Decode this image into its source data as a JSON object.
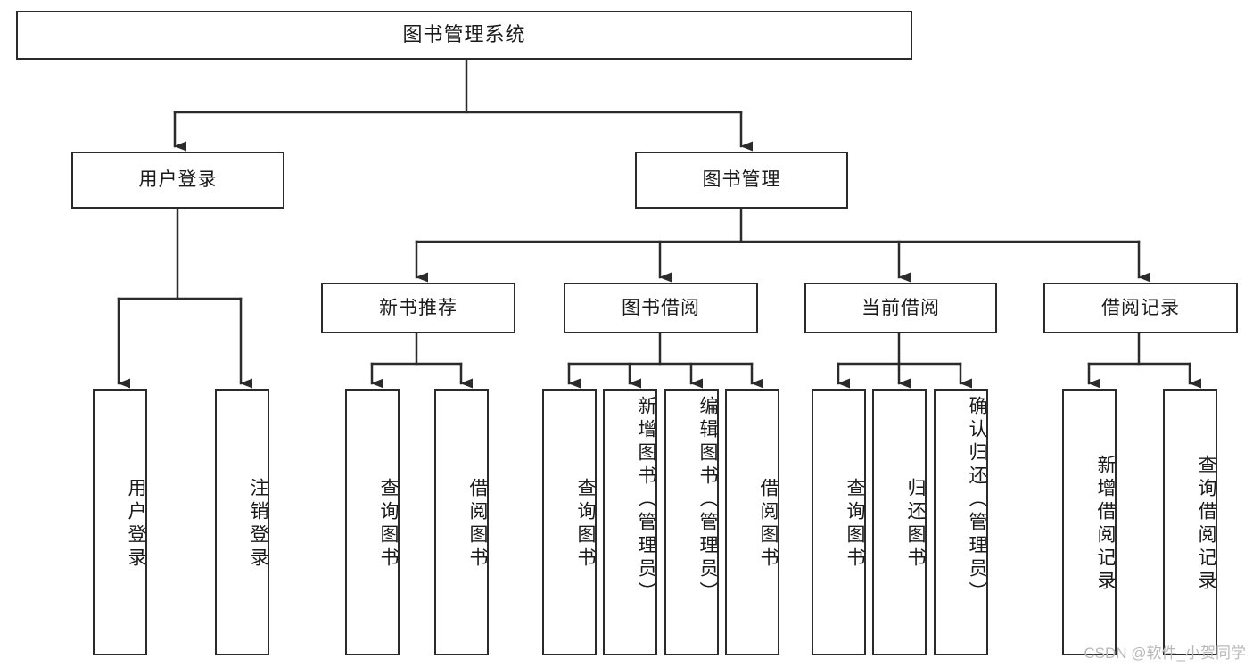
{
  "diagram": {
    "title": "图书管理系统",
    "type": "tree",
    "style": {
      "box_border_color": "#2b2b2b",
      "box_fill_color": "#ffffff",
      "edge_color": "#2b2b2b",
      "text_color": "#1a1a1a",
      "background": "#ffffff"
    },
    "root": {
      "label": "图书管理系统"
    },
    "level1": [
      {
        "label": "用户登录"
      },
      {
        "label": "图书管理"
      }
    ],
    "level2": [
      {
        "label": "新书推荐"
      },
      {
        "label": "图书借阅"
      },
      {
        "label": "当前借阅"
      },
      {
        "label": "借阅记录"
      }
    ],
    "leaves": {
      "user_login": [
        {
          "label": "用户登录"
        },
        {
          "label": "注销登录"
        }
      ],
      "new_book_recommend": [
        {
          "label": "查询图书"
        },
        {
          "label": "借阅图书"
        }
      ],
      "book_borrow": [
        {
          "label": "查询图书"
        },
        {
          "label": "新增图书（管理员）"
        },
        {
          "label": "编辑图书（管理员）"
        },
        {
          "label": "借阅图书"
        }
      ],
      "current_borrow": [
        {
          "label": "查询图书"
        },
        {
          "label": "归还图书"
        },
        {
          "label": "确认归还（管理员）"
        }
      ],
      "borrow_record": [
        {
          "label": "新增借阅记录"
        },
        {
          "label": "查询借阅记录"
        }
      ]
    }
  },
  "watermark": {
    "text": "CSDN @软件_小贺同学"
  }
}
